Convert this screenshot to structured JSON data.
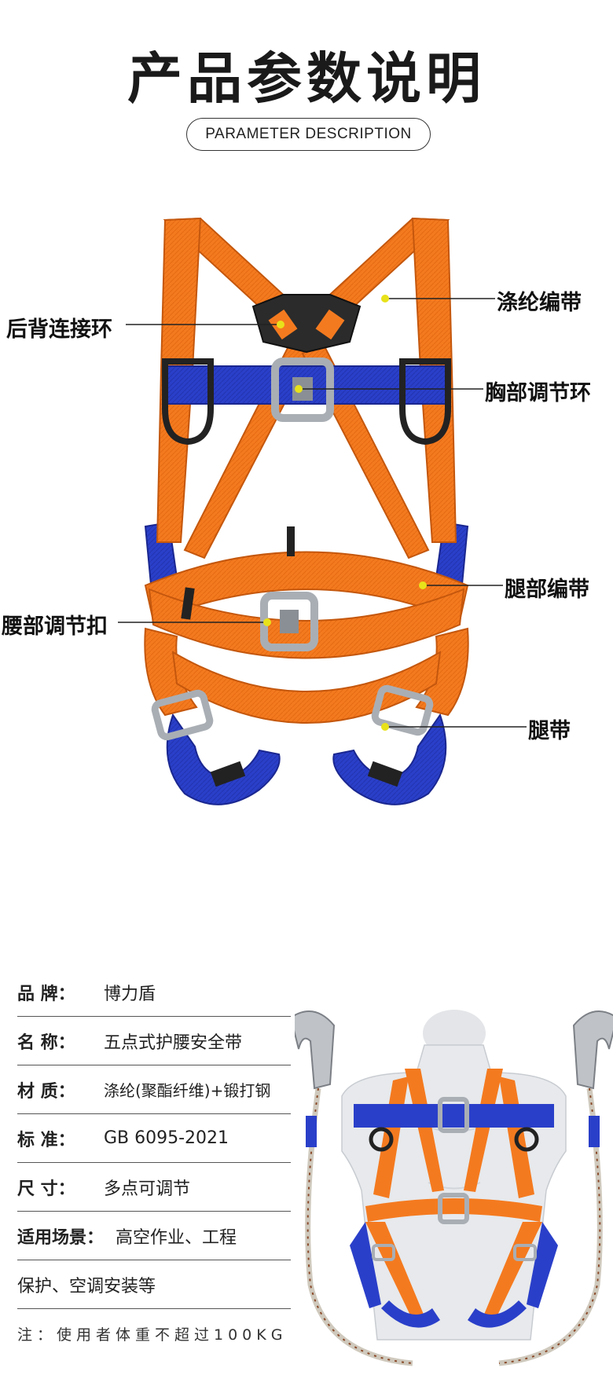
{
  "header": {
    "title": "产品参数说明",
    "subtitle": "PARAMETER DESCRIPTION"
  },
  "callouts": {
    "polyester_webbing": "涤纶编带",
    "back_ring": "后背连接环",
    "chest_adjuster": "胸部调节环",
    "leg_webbing": "腿部编带",
    "waist_buckle": "腰部调节扣",
    "leg_strap": "腿带"
  },
  "specs": [
    {
      "key": "品  牌：",
      "value": "博力盾"
    },
    {
      "key": "名  称：",
      "value": "五点式护腰安全带"
    },
    {
      "key": "材  质：",
      "value": "涤纶(聚酯纤维)+锻打钢"
    },
    {
      "key": "标  准：",
      "value": "GB 6095-2021"
    },
    {
      "key": "尺  寸：",
      "value": "多点可调节"
    },
    {
      "key": "适用场景：",
      "value": "高空作业、工程"
    }
  ],
  "spec_continuation": "保护、空调安装等",
  "note": "注：使用者体重不超过100KG",
  "colors": {
    "orange_webbing": "#f47a1f",
    "blue_webbing": "#2a3fc9",
    "metal": "#b9bdc2",
    "marker": "#e8e21a"
  }
}
